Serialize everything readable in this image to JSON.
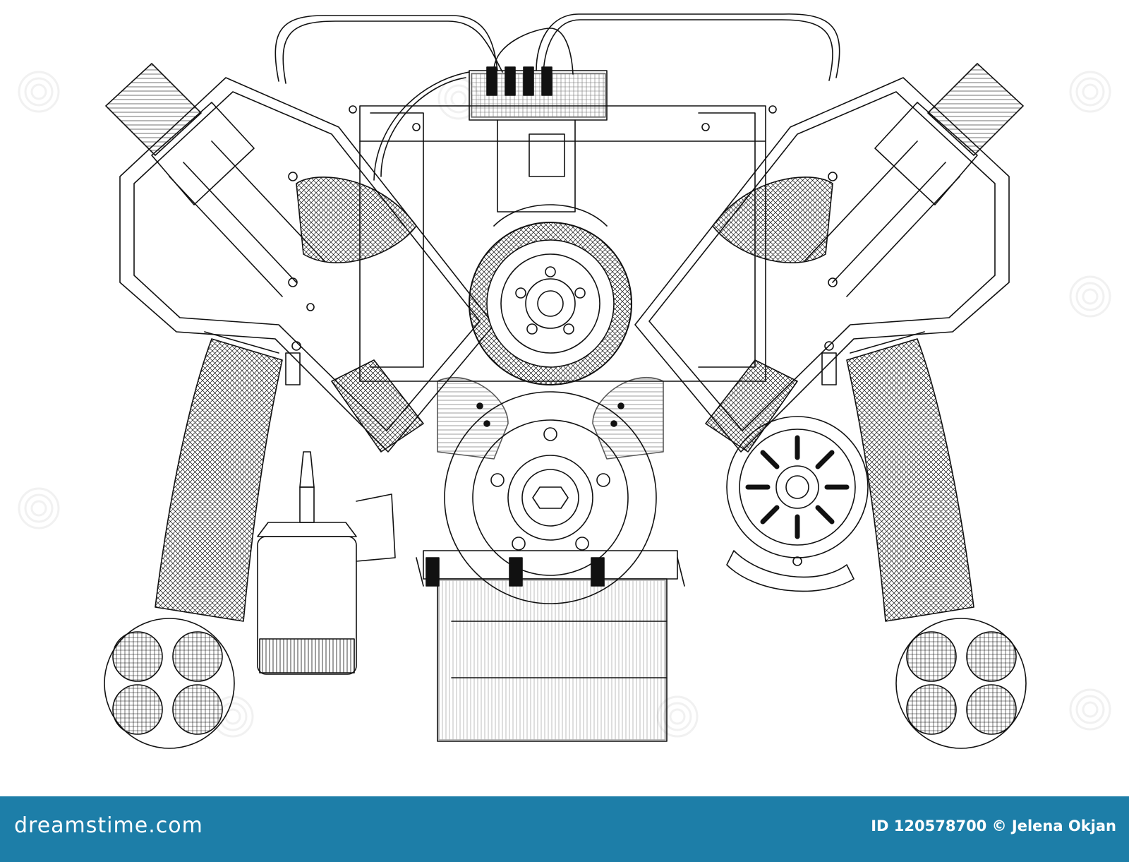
{
  "image": {
    "subject": "engine-wireframe",
    "stroke_color": "#111111",
    "background_color": "#ffffff"
  },
  "watermark": {
    "icon": "dreamstime-spiral-icon"
  },
  "footer": {
    "bar_color": "#1d7ea8",
    "logo_text": "dreamstime.com",
    "credit_text": "ID 120578700 © Jelena Okjan"
  }
}
